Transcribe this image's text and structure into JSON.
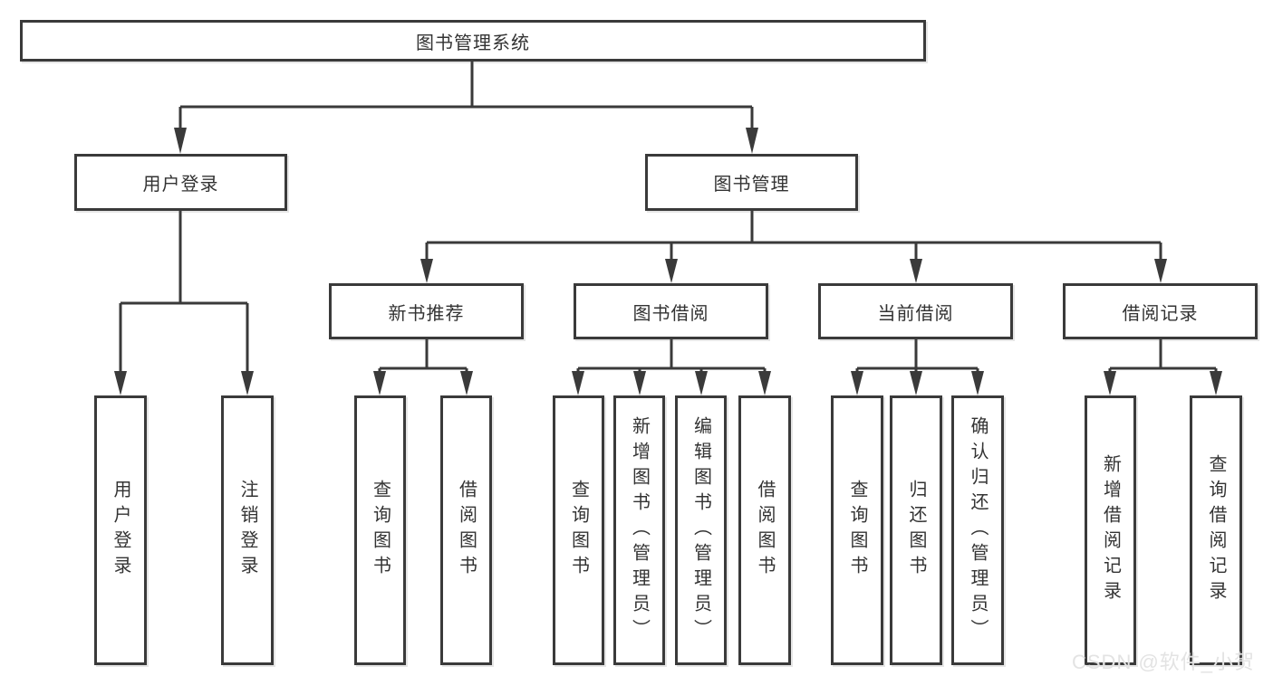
{
  "diagram": {
    "root": {
      "label": "图书管理系统"
    },
    "level2": [
      {
        "label": "用户登录"
      },
      {
        "label": "图书管理"
      }
    ],
    "level3": [
      {
        "label": "新书推荐"
      },
      {
        "label": "图书借阅"
      },
      {
        "label": "当前借阅"
      },
      {
        "label": "借阅记录"
      }
    ],
    "leaves": {
      "user_login": [
        {
          "label": "用户登录"
        },
        {
          "label": "注销登录"
        }
      ],
      "new_books": [
        {
          "label": "查询图书"
        },
        {
          "label": "借阅图书"
        }
      ],
      "book_borrow": [
        {
          "label": "查询图书"
        },
        {
          "label": "新增图书（管理员）"
        },
        {
          "label": "编辑图书（管理员）"
        },
        {
          "label": "借阅图书"
        }
      ],
      "current_borrow": [
        {
          "label": "查询图书"
        },
        {
          "label": "归还图书"
        },
        {
          "label": "确认归还（管理员）"
        }
      ],
      "borrow_records": [
        {
          "label": "新增借阅记录"
        },
        {
          "label": "查询借阅记录"
        }
      ]
    }
  },
  "watermark": {
    "text": "CSDN @软件_小贺同学"
  },
  "colors": {
    "line": "#3a3a3a",
    "text": "#333333",
    "box_bg": "#ffffff",
    "watermark": "#e3e3e3",
    "background": "#ffffff"
  }
}
